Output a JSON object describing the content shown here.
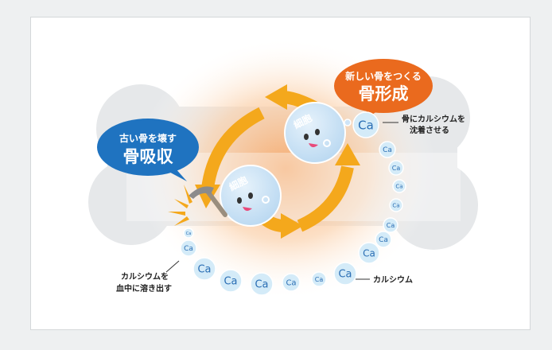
{
  "colors": {
    "background": "#eef0f1",
    "panel": "#ffffff",
    "bone": "#e6e8ea",
    "glow": "#f7b27a",
    "cycle_arrow": "#f4a81c",
    "resorption_bubble": "#1f73c0",
    "formation_bubble": "#ea6a1e",
    "cell_body": "#cfe4f7",
    "calcium_circle": "#d4ebf8",
    "calcium_text": "#2a6eb4"
  },
  "icons": {
    "resorption_tool": "pickaxe-icon",
    "impact": "impact-burst-icon"
  },
  "resorption_bubble": {
    "subtitle": "古い骨を壊す",
    "title": "骨吸収"
  },
  "formation_bubble": {
    "subtitle": "新しい骨をつくる",
    "title": "骨形成"
  },
  "cells": [
    {
      "label": "細胞"
    },
    {
      "label": "細胞"
    }
  ],
  "labels": {
    "deposit_line1": "骨にカルシウムを",
    "deposit_line2": "沈着させる",
    "dissolve_line1": "カルシウムを",
    "dissolve_line2": "血中に溶き出す",
    "calcium": "カルシウム"
  },
  "calcium_symbol": "Ca"
}
